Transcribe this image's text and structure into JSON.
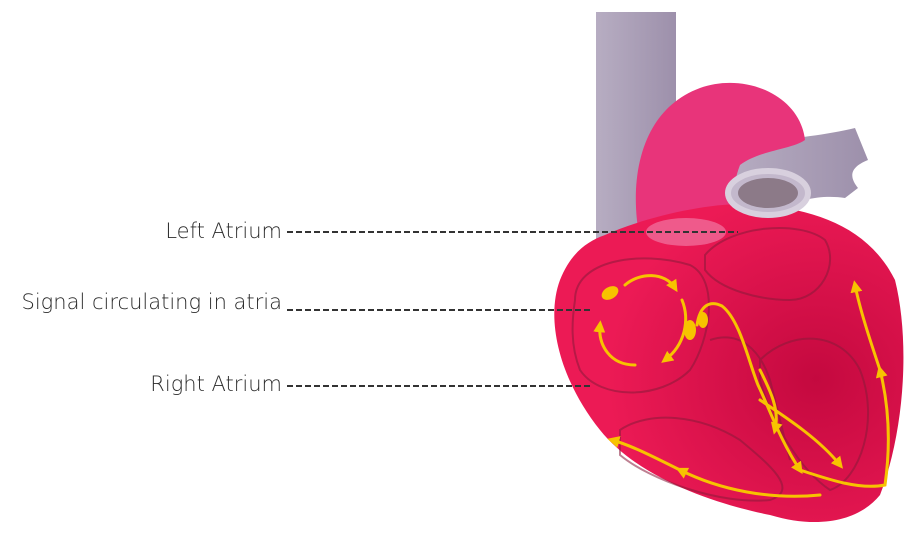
{
  "labels": {
    "left_atrium": "Left Atrium",
    "signal": "Signal circulating in atria",
    "right_atrium": "Right Atrium"
  },
  "colors": {
    "heart_red": "#e8144f",
    "heart_shadow": "#c80c45",
    "aorta_pink": "#e8347a",
    "vessel_lavender": "#a89cb4",
    "signal_yellow": "#f7c300",
    "outline_dark": "#8a1a3a",
    "leader_line": "#333333"
  }
}
